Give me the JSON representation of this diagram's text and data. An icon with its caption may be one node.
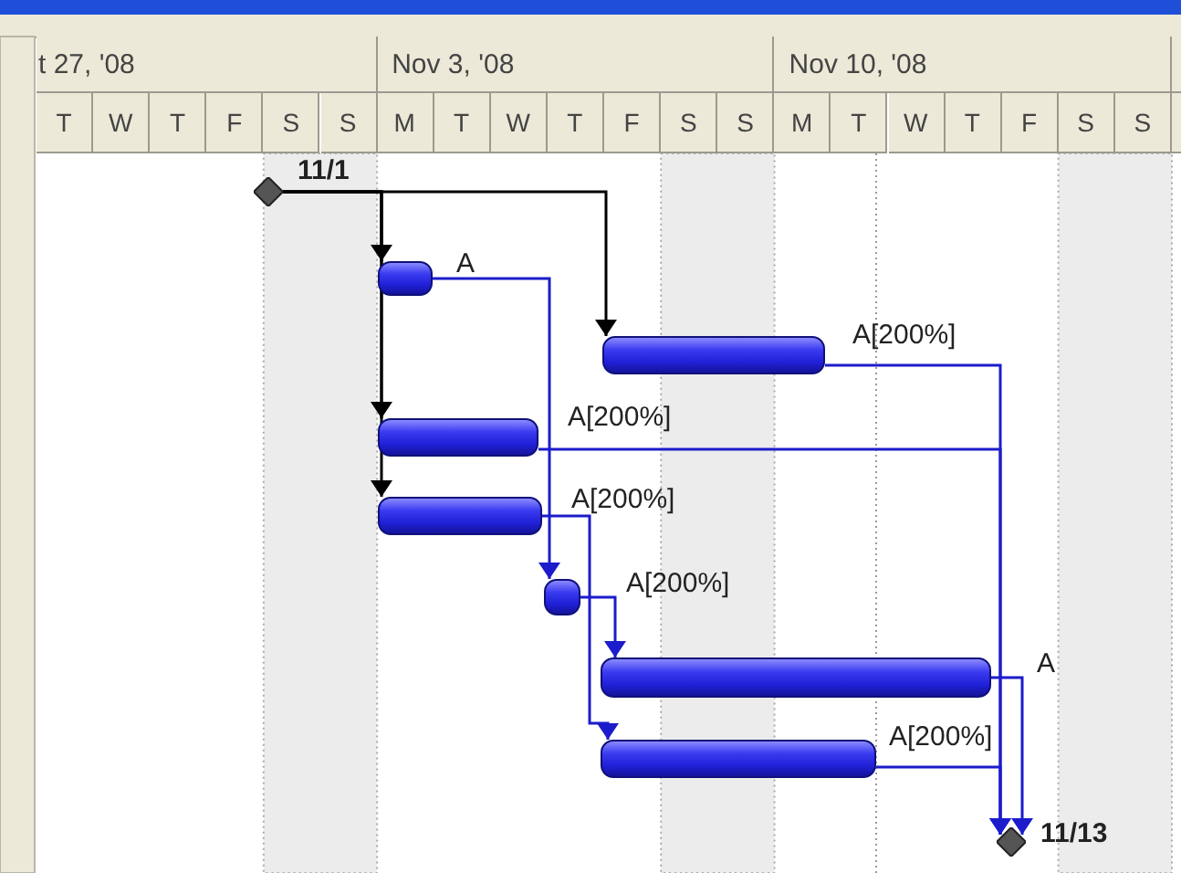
{
  "diagram": {
    "nodes": [
      {
        "text": [],
        "shape": "diamond",
        "beside": [
          "11/1"
        ]
      },
      {
        "text": [],
        "shape": "bar",
        "beside": [
          "A"
        ]
      },
      {
        "text": [],
        "shape": "bar",
        "beside": [
          "A[200%]"
        ]
      },
      {
        "text": [],
        "shape": "bar",
        "beside": [
          "A[200%]"
        ]
      },
      {
        "text": [],
        "shape": "bar",
        "beside": [
          "A[200%]"
        ]
      },
      {
        "text": [],
        "shape": "bar",
        "beside": [
          "A[200%]"
        ]
      },
      {
        "text": [],
        "shape": "bar",
        "beside": [
          "A"
        ]
      },
      {
        "text": [],
        "shape": "bar",
        "beside": [
          "A[200%]"
        ]
      },
      {
        "text": [],
        "shape": "diamond",
        "beside": [
          "11/13"
        ]
      }
    ],
    "edges": [
      {
        "from": 0,
        "to": 1,
        "arrow": "to",
        "color": "#000000"
      },
      {
        "from": 0,
        "to": 2,
        "arrow": "to",
        "color": "#000000"
      },
      {
        "from": 0,
        "to": 3,
        "arrow": "to",
        "color": "#000000"
      },
      {
        "from": 0,
        "to": 4,
        "arrow": "to",
        "color": "#000000"
      },
      {
        "from": 1,
        "to": 5,
        "arrow": "to"
      },
      {
        "from": 4,
        "to": 7,
        "arrow": "to"
      },
      {
        "from": 5,
        "to": 6,
        "arrow": "to"
      },
      {
        "from": 2,
        "to": 8,
        "arrow": "to"
      },
      {
        "from": 3,
        "to": 8,
        "arrow": "to"
      },
      {
        "from": 6,
        "to": 8,
        "arrow": "to"
      },
      {
        "from": 7,
        "to": 8,
        "arrow": "to"
      }
    ],
    "labels": [
      "t 27, '08",
      "Nov 3, '08",
      "Nov 10, '08",
      "T",
      "W",
      "T",
      "F",
      "S",
      "S",
      "M",
      "T",
      "W",
      "T",
      "F",
      "S",
      "S",
      "M",
      "T",
      "W",
      "T",
      "F",
      "S",
      "S"
    ]
  }
}
